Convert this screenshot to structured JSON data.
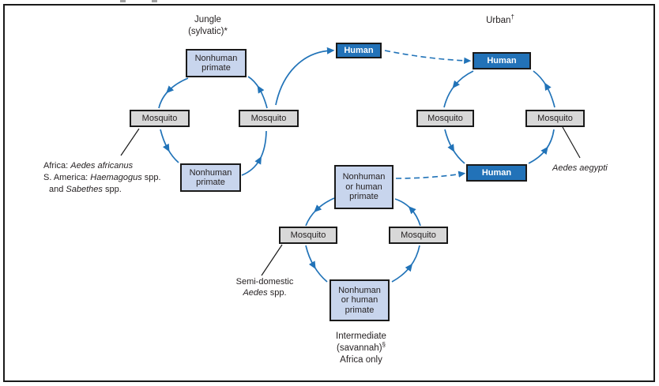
{
  "colors": {
    "arrow": "#2173b8",
    "human_fill": "#2272b8",
    "human_text": "#ffffff",
    "primate_fill": "#c8d5ed",
    "mosquito_fill": "#d8d8d8",
    "box_border": "#1a1a1a",
    "pointer_line": "#1a1a1a",
    "text": "#231f20"
  },
  "jungle": {
    "title_line1": "Jungle",
    "title_line2": "(sylvatic)*",
    "top_box_label": "Nonhuman\nprimate",
    "left_mosquito_label": "Mosquito",
    "right_mosquito_label": "Mosquito",
    "bottom_box_label": "Nonhuman\nprimate",
    "vectors": {
      "line1_prefix": "Africa: ",
      "line1_species": "Aedes africanus",
      "line2_prefix": "S. America: ",
      "line2_species": "Haemagogus",
      "line2_suffix": " spp.",
      "line3_prefix": "and ",
      "line3_species": "Sabethes",
      "line3_suffix": " spp."
    }
  },
  "bridge": {
    "human_label": "Human"
  },
  "urban": {
    "title_base": "Urban",
    "title_superscript": "†",
    "top_human_label": "Human",
    "left_mosquito_label": "Mosquito",
    "right_mosquito_label": "Mosquito",
    "bottom_human_label": "Human",
    "vector_species": "Aedes aegypti"
  },
  "intermediate": {
    "title_line1": "Intermediate",
    "title_line2_base": "(savannah)",
    "title_line2_superscript": "§",
    "title_line3": "Africa only",
    "top_box_label": "Nonhuman\nor human\nprimate",
    "left_mosquito_label": "Mosquito",
    "right_mosquito_label": "Mosquito",
    "bottom_box_label": "Nonhuman\nor human\nprimate",
    "vectors": {
      "line1": "Semi-domestic",
      "line2_species": "Aedes",
      "line2_suffix": " spp."
    }
  }
}
